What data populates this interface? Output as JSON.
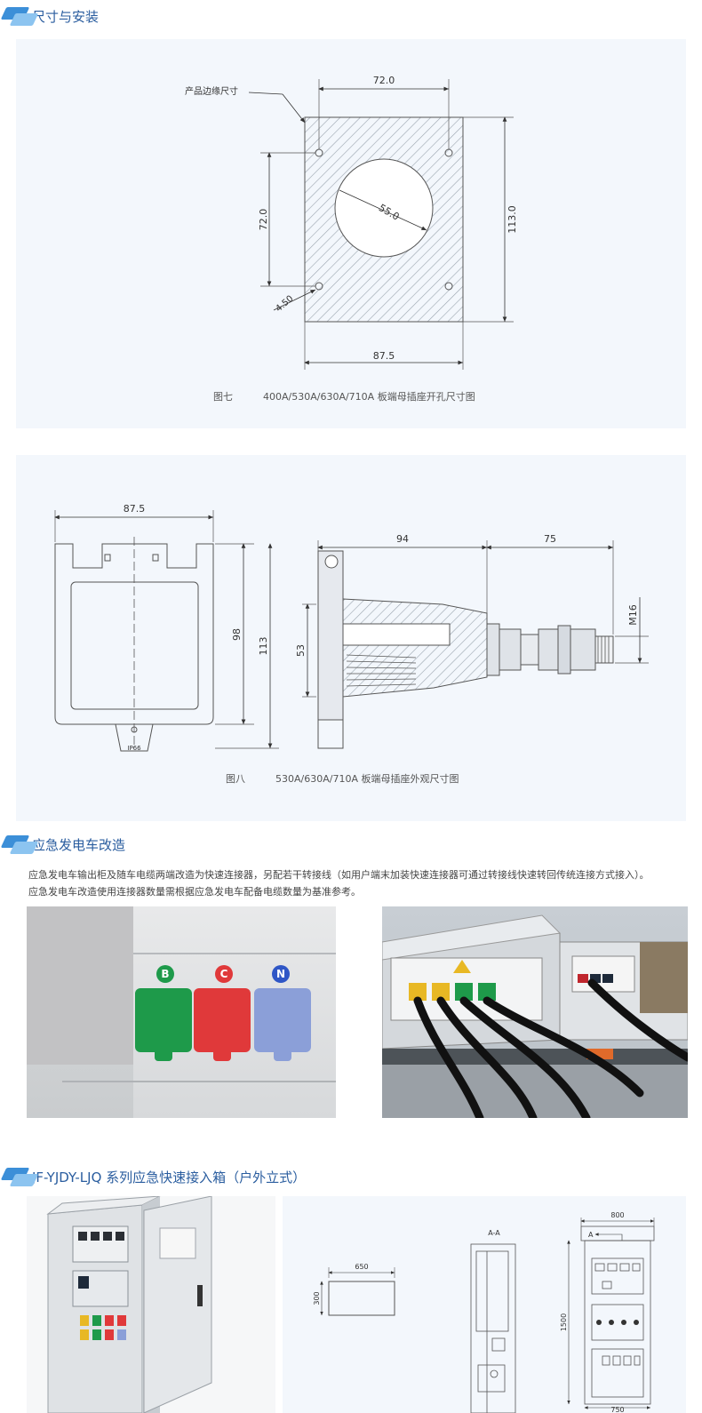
{
  "sections": {
    "dimensions_title": "尺寸与安装",
    "generator_title": "应急发电车改造",
    "box_title": "JF-YJDY-LJQ 系列应急快速接入箱（户外立式）"
  },
  "figure7": {
    "edge_label": "产品边缘尺寸",
    "dim_top": "72.0",
    "dim_left": "72.0",
    "dim_right": "113.0",
    "dim_bottom": "87.5",
    "dim_hole": "4.50",
    "dim_circle": "55.0",
    "caption_num": "图七",
    "caption_text": "400A/530A/630A/710A 板端母插座开孔尺寸图"
  },
  "figure8": {
    "dim_width": "87.5",
    "dim_98": "98",
    "dim_113": "113",
    "dim_94": "94",
    "dim_75": "75",
    "dim_53": "53",
    "dim_m16": "M16",
    "ip_label": "IP66",
    "caption_num": "图八",
    "caption_text": "530A/630A/710A 板端母插座外观尺寸图"
  },
  "generator": {
    "line1": "应急发电车输出柜及随车电缆两端改造为快速连接器，另配若干转接线（如用户端末加装快速连接器可通过转接线快速转回传统连接方式接入）。",
    "line2": "应急发电车改造使用连接器数量需根据应急发电车配备电缆数量为基准参考。",
    "photo1_labels": [
      "B",
      "C",
      "N"
    ],
    "connector_colors": [
      "#1e9a4a",
      "#e0393a",
      "#8b9fd8"
    ]
  },
  "box_drawing": {
    "dim_650": "650",
    "dim_300": "300",
    "section_label": "A-A",
    "dim_800": "800",
    "arrow_label": "A",
    "dim_1500": "1500",
    "dim_750": "750"
  },
  "colors": {
    "accent": "#2a5d9f",
    "panel": "#f3f7fc"
  }
}
